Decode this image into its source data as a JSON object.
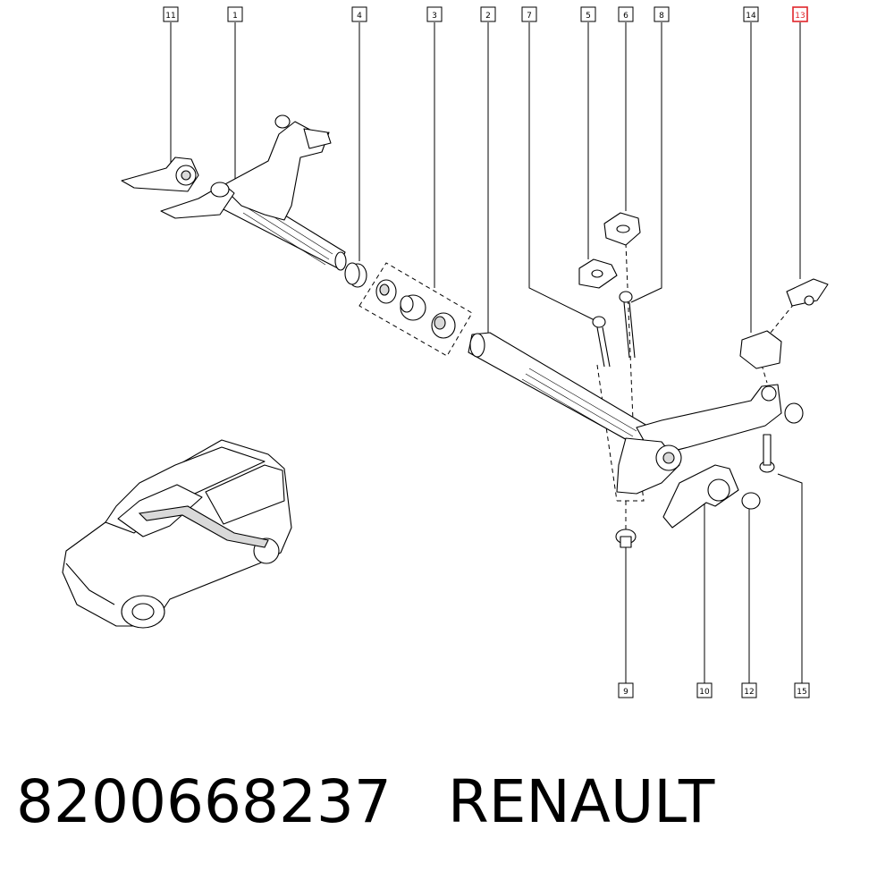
{
  "callouts_top": [
    {
      "id": "11",
      "highlight": false
    },
    {
      "id": "1",
      "highlight": false
    },
    {
      "id": "4",
      "highlight": false
    },
    {
      "id": "3",
      "highlight": false
    },
    {
      "id": "2",
      "highlight": false
    },
    {
      "id": "7",
      "highlight": false
    },
    {
      "id": "5",
      "highlight": false
    },
    {
      "id": "6",
      "highlight": false
    },
    {
      "id": "8",
      "highlight": false
    },
    {
      "id": "14",
      "highlight": false
    },
    {
      "id": "13",
      "highlight": true
    }
  ],
  "callouts_bottom": [
    {
      "id": "9",
      "highlight": false
    },
    {
      "id": "10",
      "highlight": false
    },
    {
      "id": "12",
      "highlight": false
    },
    {
      "id": "15",
      "highlight": false
    }
  ],
  "highlight_color": "#e0262b",
  "footer": {
    "part_number": "8200668237",
    "brand": "RENAULT"
  }
}
